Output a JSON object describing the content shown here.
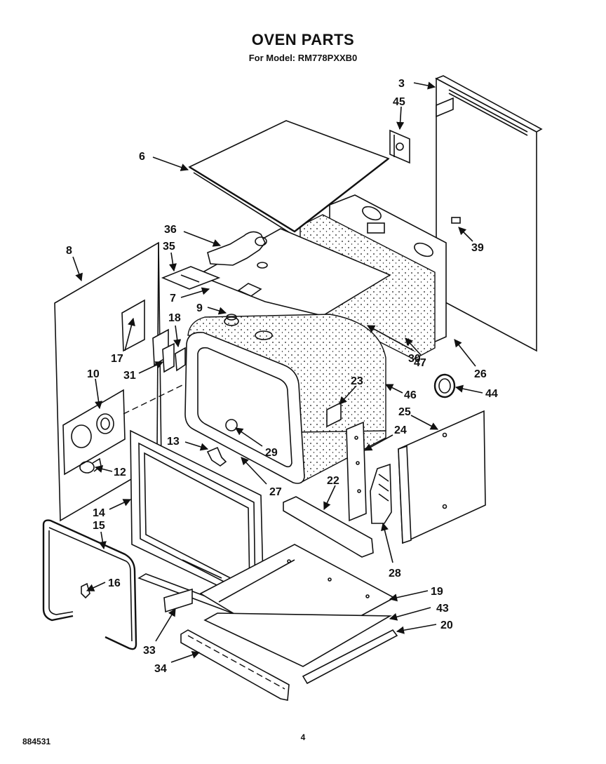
{
  "header": {
    "title": "OVEN PARTS",
    "model_line": "For Model: RM778PXXB0"
  },
  "footer": {
    "doc_number": "884531",
    "page_number": "4"
  },
  "callouts": [
    {
      "id": "c3",
      "label": "3"
    },
    {
      "id": "c45",
      "label": "45"
    },
    {
      "id": "c6",
      "label": "6"
    },
    {
      "id": "c36",
      "label": "36"
    },
    {
      "id": "c35",
      "label": "35"
    },
    {
      "id": "c39",
      "label": "39"
    },
    {
      "id": "c8",
      "label": "8"
    },
    {
      "id": "c7",
      "label": "7"
    },
    {
      "id": "c9",
      "label": "9"
    },
    {
      "id": "c18",
      "label": "18"
    },
    {
      "id": "c17",
      "label": "17"
    },
    {
      "id": "c31",
      "label": "31"
    },
    {
      "id": "c30",
      "label": "30"
    },
    {
      "id": "c47",
      "label": "47"
    },
    {
      "id": "c26",
      "label": "26"
    },
    {
      "id": "c10",
      "label": "10"
    },
    {
      "id": "c23",
      "label": "23"
    },
    {
      "id": "c46",
      "label": "46"
    },
    {
      "id": "c44",
      "label": "44"
    },
    {
      "id": "c25",
      "label": "25"
    },
    {
      "id": "c24",
      "label": "24"
    },
    {
      "id": "c13",
      "label": "13"
    },
    {
      "id": "c29",
      "label": "29"
    },
    {
      "id": "c12",
      "label": "12"
    },
    {
      "id": "c22",
      "label": "22"
    },
    {
      "id": "c27",
      "label": "27"
    },
    {
      "id": "c14",
      "label": "14"
    },
    {
      "id": "c15",
      "label": "15"
    },
    {
      "id": "c28",
      "label": "28"
    },
    {
      "id": "c16",
      "label": "16"
    },
    {
      "id": "c19",
      "label": "19"
    },
    {
      "id": "c43",
      "label": "43"
    },
    {
      "id": "c20",
      "label": "20"
    },
    {
      "id": "c33",
      "label": "33"
    },
    {
      "id": "c34",
      "label": "34"
    }
  ]
}
